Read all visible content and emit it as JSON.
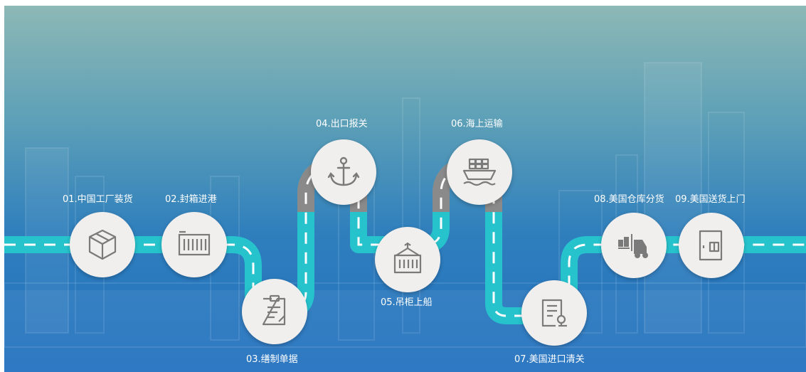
{
  "steps": [
    {
      "label": "01.中国工厂装货",
      "icon": "box-icon"
    },
    {
      "label": "02.封箱进港",
      "icon": "container-icon"
    },
    {
      "label": "03.缮制单据",
      "icon": "document-edit-icon"
    },
    {
      "label": "04.出口报关",
      "icon": "anchor-icon"
    },
    {
      "label": "05.吊柜上船",
      "icon": "crane-container-icon"
    },
    {
      "label": "06.海上运输",
      "icon": "ship-icon"
    },
    {
      "label": "07.美国进口清关",
      "icon": "document-stamp-icon"
    },
    {
      "label": "08.美国仓库分货",
      "icon": "forklift-icon"
    },
    {
      "label": "09.美国送货上门",
      "icon": "door-icon"
    }
  ],
  "colors": {
    "road": "#26c3cd",
    "road_gray": "#8a8a8a",
    "dash": "#ffffff",
    "node_bg": "#f1efee",
    "icon": "#7a7a7a"
  }
}
